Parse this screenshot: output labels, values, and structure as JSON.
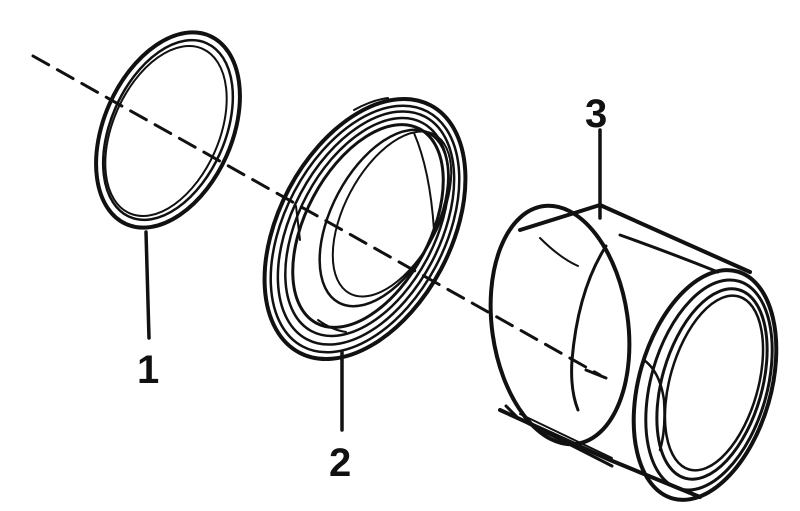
{
  "diagram": {
    "colors": {
      "ink": "#111111",
      "background": "#ffffff"
    },
    "parts": [
      {
        "id": "part-1",
        "label": "1"
      },
      {
        "id": "part-2",
        "label": "2"
      },
      {
        "id": "part-3",
        "label": "3"
      }
    ]
  }
}
